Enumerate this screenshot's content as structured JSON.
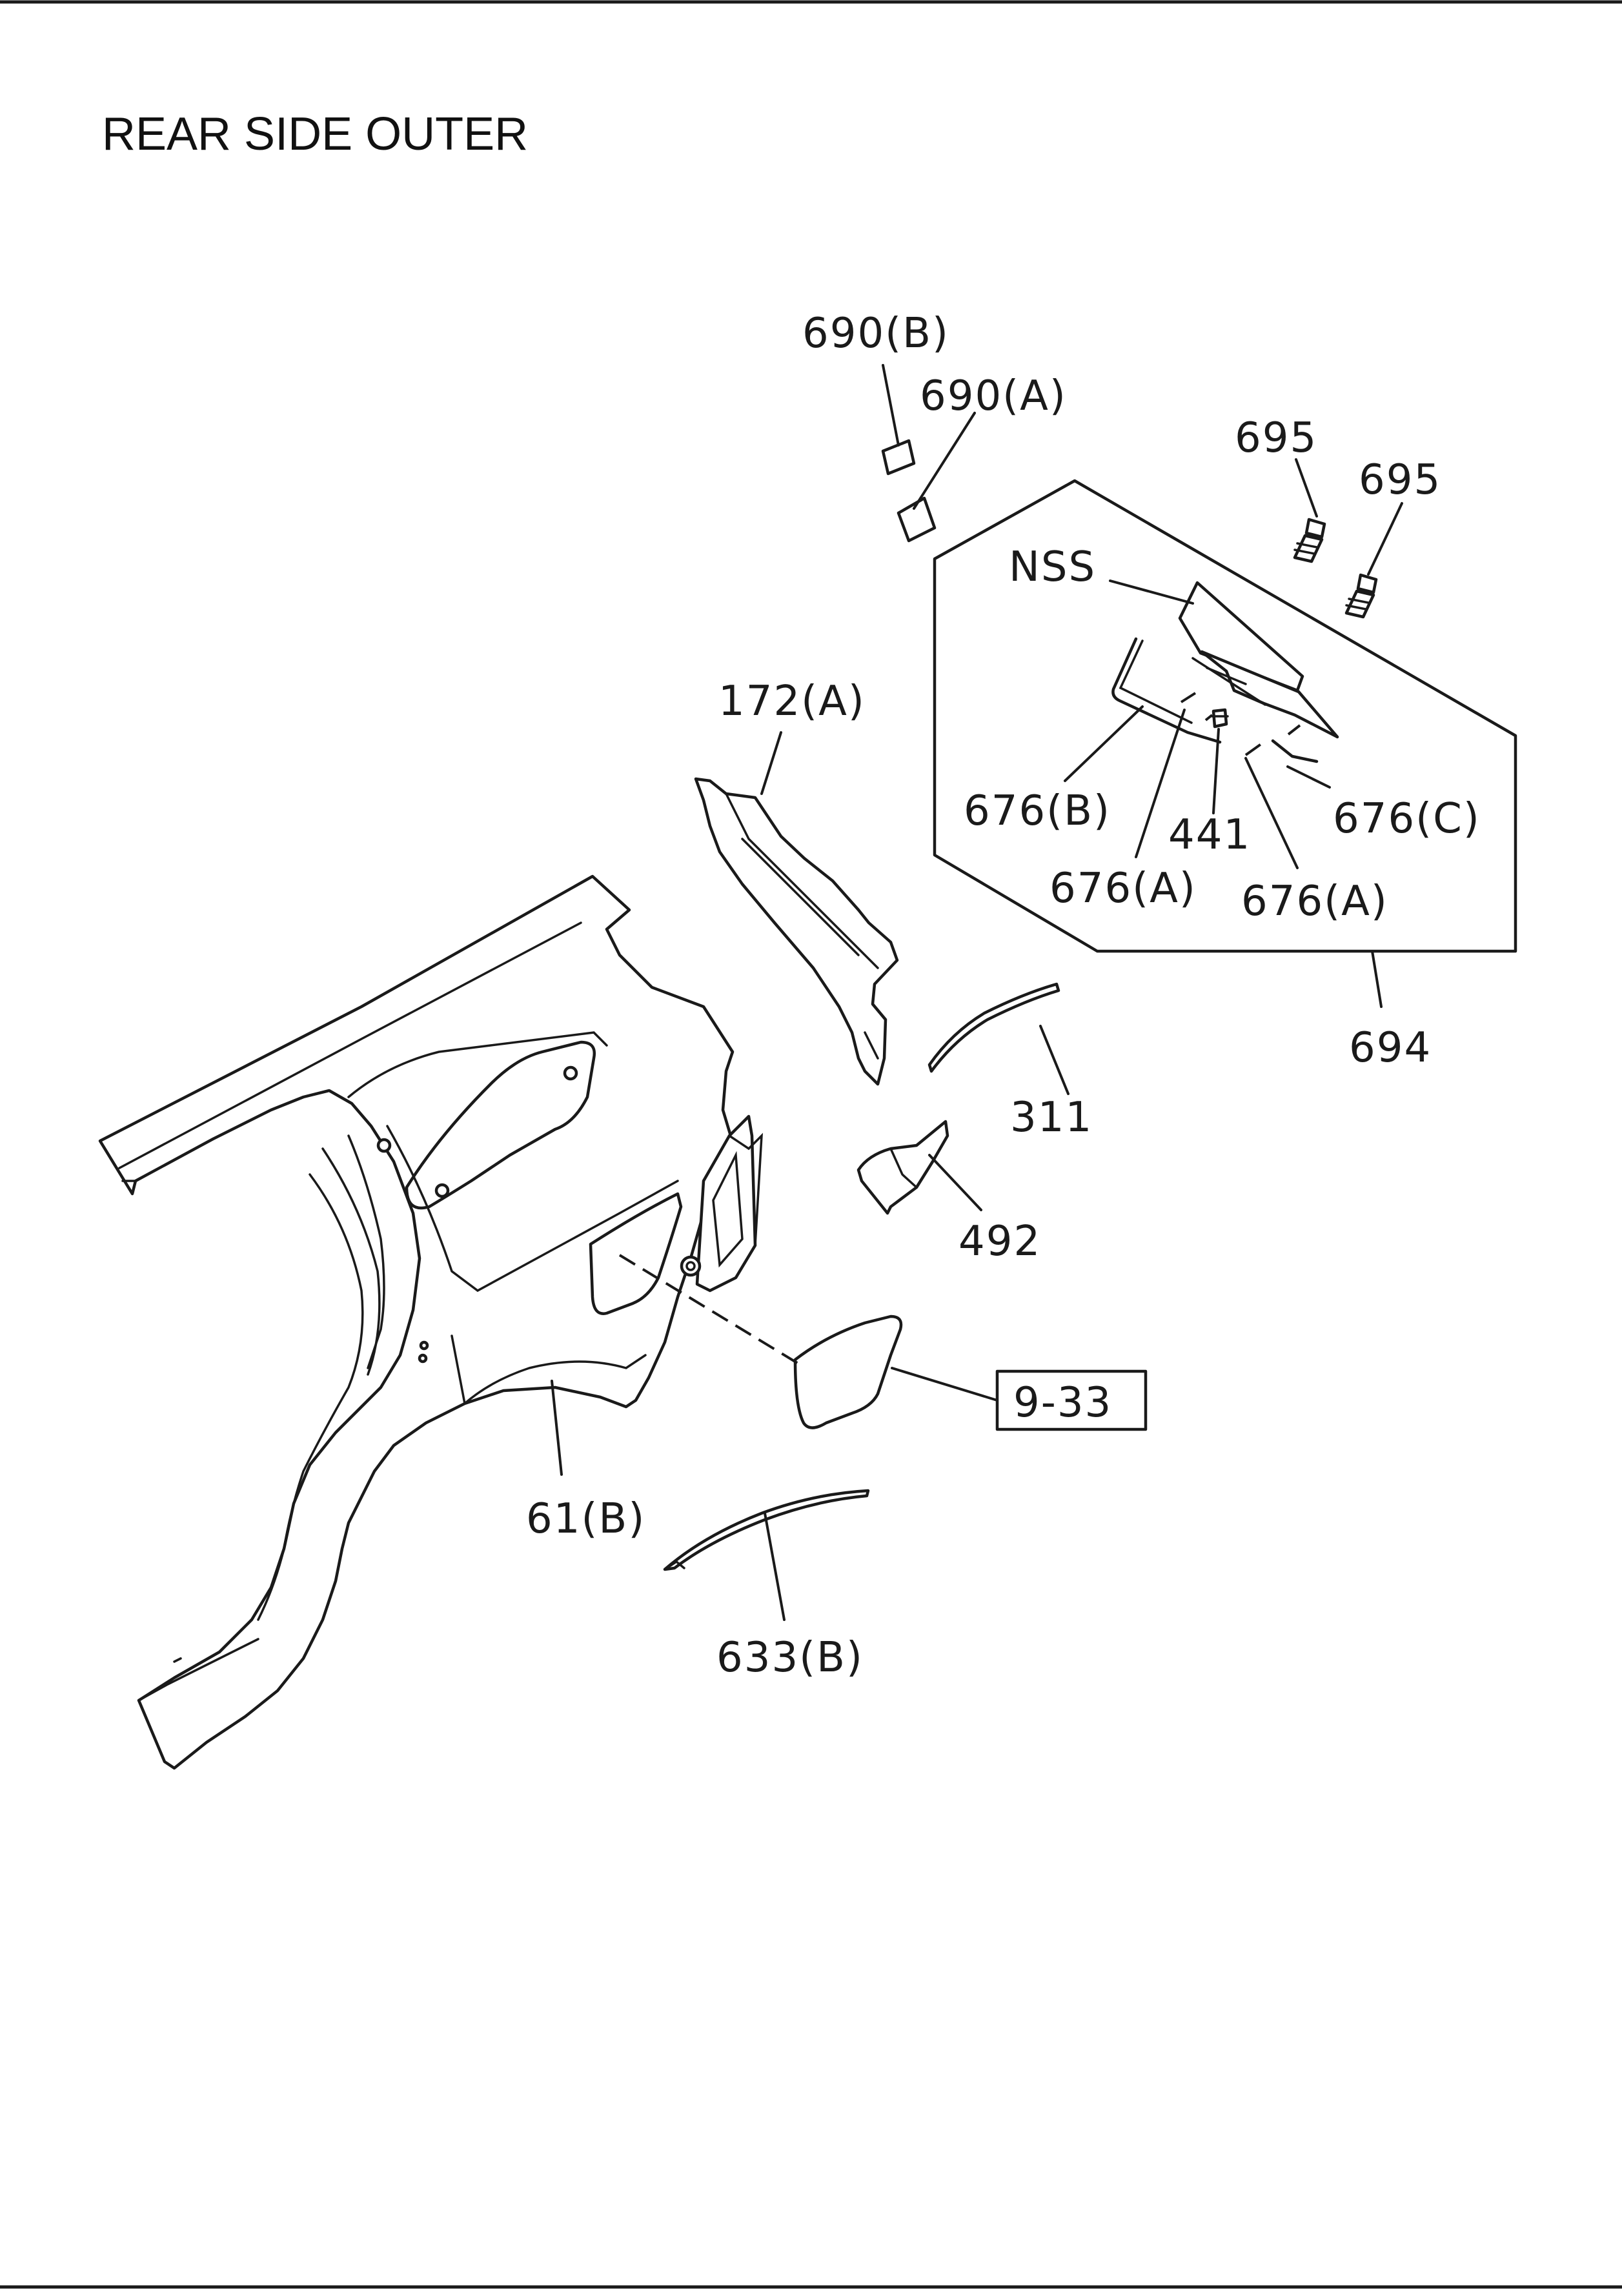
{
  "title": "REAR SIDE OUTER",
  "callouts": {
    "p690b": "690(B)",
    "p690a": "690(A)",
    "p695_left": "695",
    "p695_right": "695",
    "nss": "NSS",
    "p172a": "172(A)",
    "p676b": "676(B)",
    "p441": "441",
    "p676c": "676(C)",
    "p676a_left": "676(A)",
    "p676a_right": "676(A)",
    "p694": "694",
    "p311": "311",
    "p492": "492",
    "ref_9_33": "9-33",
    "p61b": "61(B)",
    "p633b": "633(B)"
  }
}
